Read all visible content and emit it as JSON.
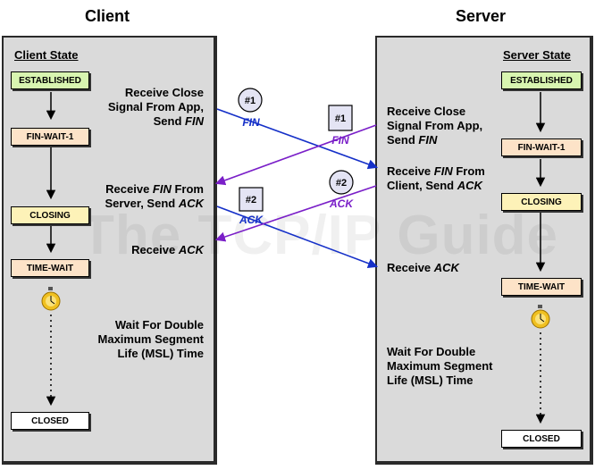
{
  "headings": {
    "client": "Client",
    "server": "Server"
  },
  "client": {
    "title": "Client State",
    "states": {
      "established": "ESTABLISHED",
      "fin_wait_1": "FIN-WAIT-1",
      "closing": "CLOSING",
      "time_wait": "TIME-WAIT",
      "closed": "CLOSED"
    },
    "labels": {
      "receive_close": [
        "Receive Close",
        "Signal From App,",
        "Send ",
        "FIN"
      ],
      "receive_fin": [
        "Receive ",
        "FIN",
        " From",
        "Server, Send ",
        "ACK"
      ],
      "receive_ack": [
        "Receive ",
        "ACK"
      ],
      "wait": [
        "Wait For Double",
        "Maximum Segment",
        "Life (MSL) Time"
      ]
    }
  },
  "server": {
    "title": "Server State",
    "states": {
      "established": "ESTABLISHED",
      "fin_wait_1": "FIN-WAIT-1",
      "closing": "CLOSING",
      "time_wait": "TIME-WAIT",
      "closed": "CLOSED"
    },
    "labels": {
      "receive_close": [
        "Receive Close",
        "Signal From App,",
        "Send ",
        "FIN"
      ],
      "receive_fin": [
        "Receive ",
        "FIN",
        " From",
        "Client, Send ",
        "ACK"
      ],
      "receive_ack": [
        "Receive ",
        "ACK"
      ],
      "wait": [
        "Wait For Double",
        "Maximum Segment",
        "Life (MSL) Time"
      ]
    }
  },
  "messages": {
    "client_fin": {
      "tag": "#1",
      "text": "FIN"
    },
    "client_ack": {
      "tag": "#2",
      "text": "ACK"
    },
    "server_fin": {
      "tag": "#1",
      "text": "FIN"
    },
    "server_ack": {
      "tag": "#2",
      "text": "ACK"
    }
  },
  "watermark": "The TCP/IP Guide",
  "colors": {
    "client_arrow": "#1530c8",
    "server_arrow": "#7a1fc8",
    "panel": "#dadada",
    "timer": "#f0c020"
  }
}
